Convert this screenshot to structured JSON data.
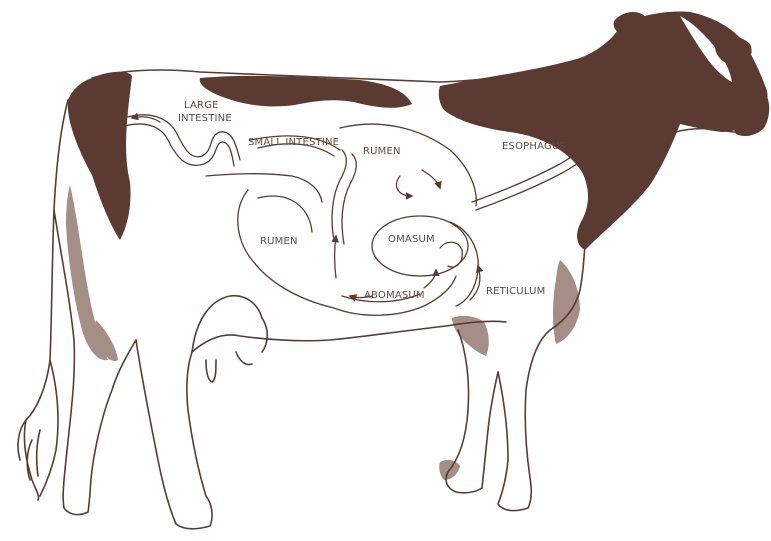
{
  "colors": {
    "patch": "#5b3a31",
    "shade": "#a48e85",
    "outline": "#5a3b32",
    "background": "#ffffff",
    "label": "#5f4a43"
  },
  "labels": {
    "large_intestine_line1": "LARGE",
    "large_intestine_line2": "INTESTINE",
    "small_intestine": "SMALL INTESTINE",
    "rumen_upper": "RUMEN",
    "rumen_lower": "RUMEN",
    "esophagus": "ESOPHAGUS",
    "omasum": "OMASUM",
    "abomasum": "ABOMASUM",
    "reticulum": "RETICULUM"
  }
}
